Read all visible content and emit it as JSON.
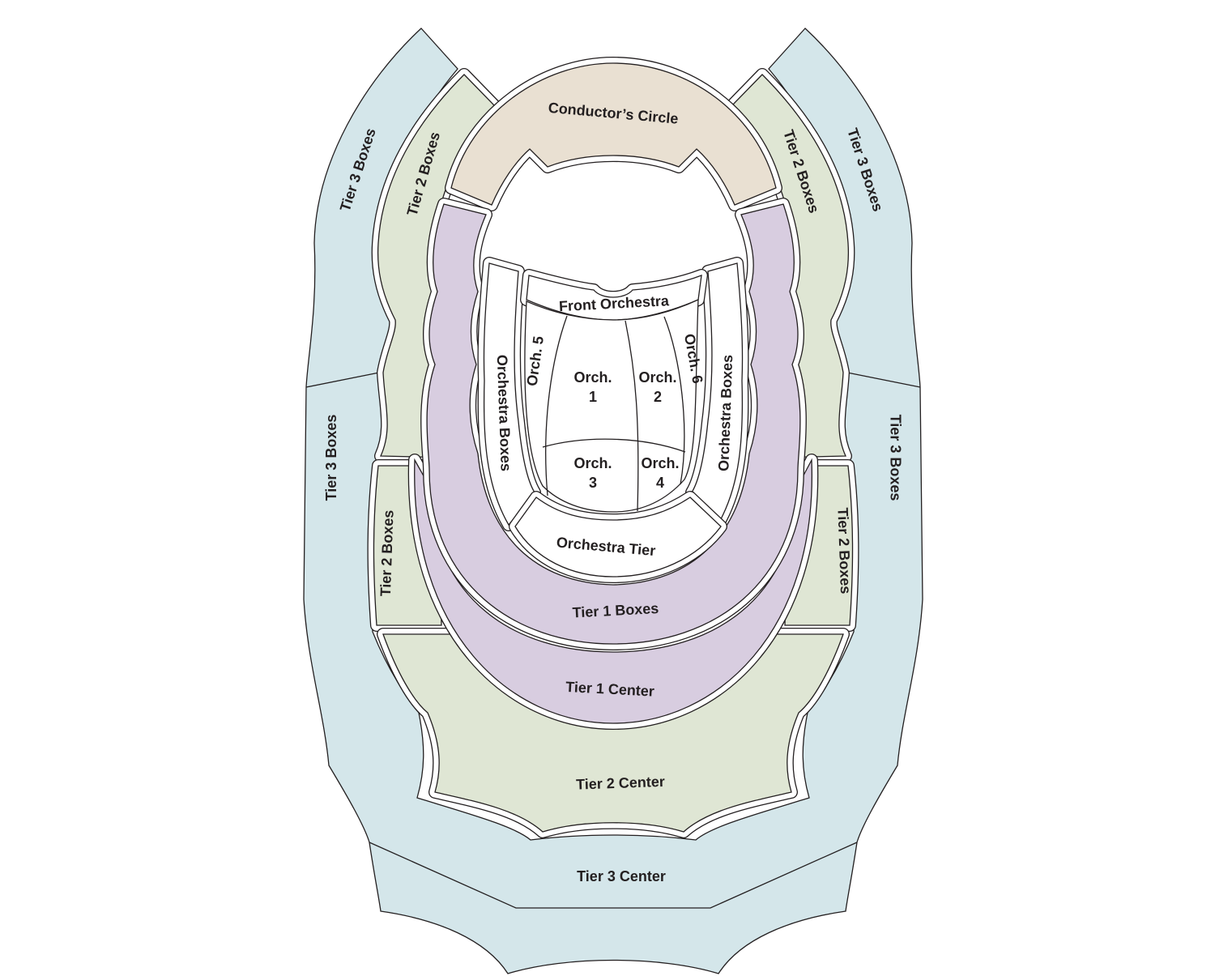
{
  "colors": {
    "tier3": "#d4e6ea",
    "tier2": "#dfe6d4",
    "tier1": "#d8cde0",
    "conductor": "#e9e0d2",
    "orchestra": "#ffffff",
    "outline": "#231f20"
  },
  "sections": {
    "tier3_boxes_left_upper": "Tier 3 Boxes",
    "tier3_boxes_left_lower": "Tier 3 Boxes",
    "tier3_boxes_right_upper": "Tier 3 Boxes",
    "tier3_boxes_right_lower": "Tier 3 Boxes",
    "tier2_boxes_left_upper": "Tier 2 Boxes",
    "tier2_boxes_left_lower": "Tier 2 Boxes",
    "tier2_boxes_right_upper": "Tier 2 Boxes",
    "tier2_boxes_right_lower": "Tier 2 Boxes",
    "conductors_circle": "Conductor’s Circle",
    "front_orchestra": "Front Orchestra",
    "orch5": "Orch. 5",
    "orch6": "Orch. 6",
    "orch1": [
      "Orch.",
      "1"
    ],
    "orch2": [
      "Orch.",
      "2"
    ],
    "orch3": [
      "Orch.",
      "3"
    ],
    "orch4": [
      "Orch.",
      "4"
    ],
    "orchestra_boxes_left": "Orchestra Boxes",
    "orchestra_boxes_right": "Orchestra Boxes",
    "orchestra_tier": "Orchestra Tier",
    "tier1_boxes": "Tier 1 Boxes",
    "tier1_center": "Tier 1 Center",
    "tier2_center": "Tier 2 Center",
    "tier3_center": "Tier 3 Center"
  }
}
